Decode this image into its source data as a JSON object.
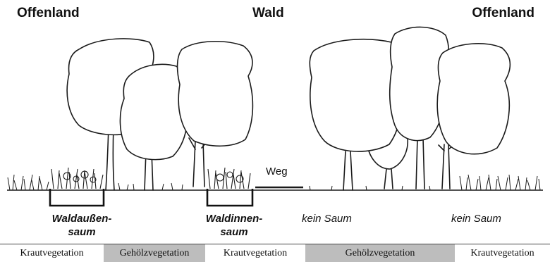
{
  "headers": {
    "left": "Offenland",
    "center": "Wald",
    "right": "Offenland"
  },
  "labels": {
    "weg": "Weg",
    "outer_line1": "Waldaußen-",
    "outer_line2": "saum",
    "inner_line1": "Waldinnen-",
    "inner_line2": "saum",
    "no_edge_1": "kein Saum",
    "no_edge_2": "kein Saum"
  },
  "vegetation_strip": [
    {
      "label": "Krautvegetation",
      "shade": "white"
    },
    {
      "label": "Gehölzvegetation",
      "shade": "grey"
    },
    {
      "label": "Krautvegetation",
      "shade": "white"
    },
    {
      "label": "Gehölzvegetation",
      "shade": "grey"
    },
    {
      "label": "Krautvegetation",
      "shade": "white"
    }
  ],
  "colors": {
    "grey_cell": "#bdbdbd",
    "line": "#1a1a1a"
  }
}
